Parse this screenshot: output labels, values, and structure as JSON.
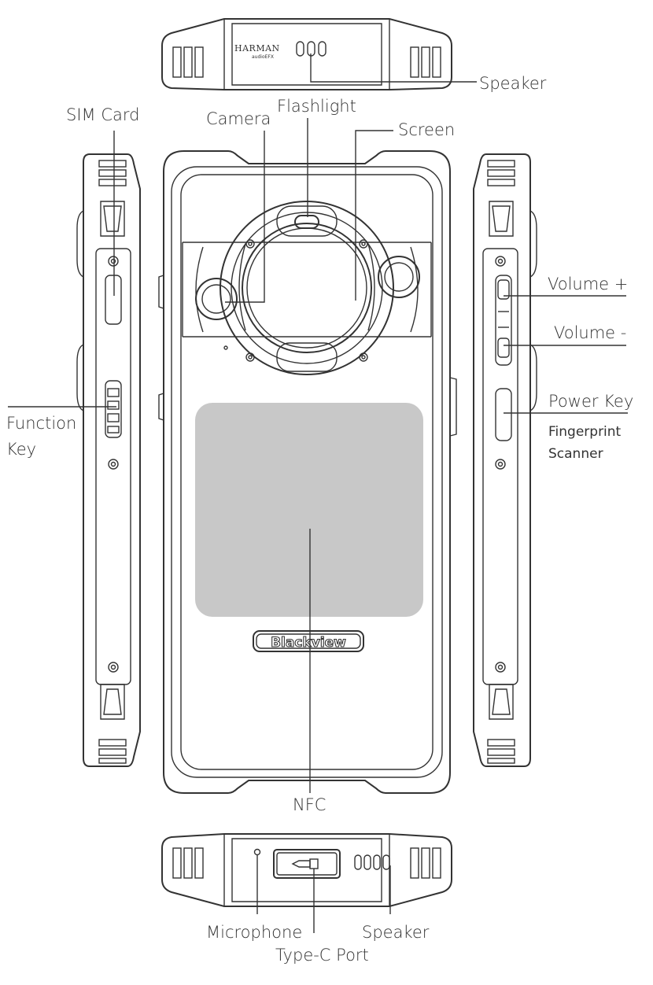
{
  "brand": {
    "harman": "HARMAN",
    "audio_efx": "audioEFX",
    "blackview": "Blackview"
  },
  "labels": {
    "speaker_top": "Speaker",
    "sim_card": "SIM Card",
    "camera": "Camera",
    "flashlight": "Flashlight",
    "screen": "Screen",
    "volume_up": "Volume +",
    "volume_down": "Volume -",
    "power_key": "Power Key",
    "fingerprint_line1": "Fingerprint",
    "fingerprint_line2": "Scanner",
    "function_line1": "Function",
    "function_line2": "Key",
    "nfc": "NFC",
    "microphone": "Microphone",
    "speaker_bottom": "Speaker",
    "type_c_port": "Type-C Port"
  },
  "colors": {
    "outline": "#333333",
    "nfc_area": "#c8c8c8",
    "background": "#ffffff"
  }
}
